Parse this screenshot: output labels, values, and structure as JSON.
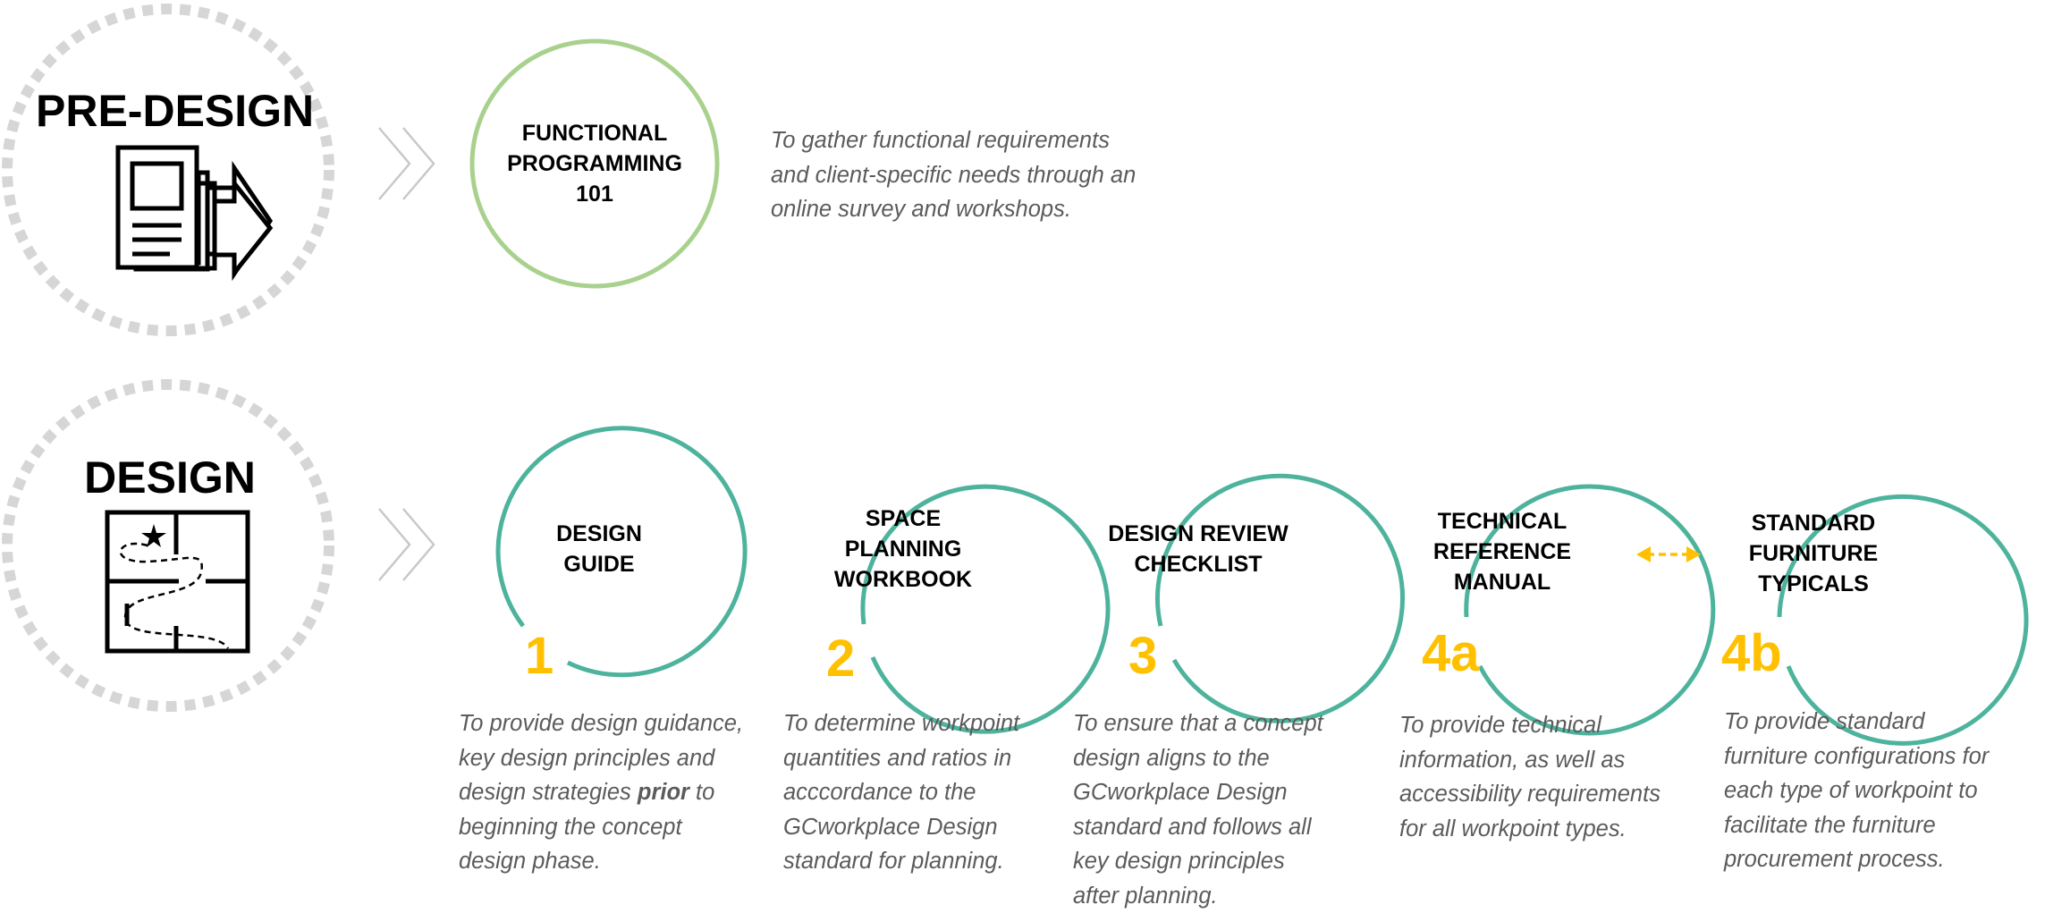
{
  "colors": {
    "predesign_ring": "#a9d18e",
    "design_ring": "#4db39c",
    "number": "#ffc000",
    "dashed_phase_ring": "#d6d6d6",
    "chevron": "#c8c8c8",
    "description_text": "#5b5b5b"
  },
  "phases": {
    "predesign": {
      "title": "PRE-DESIGN",
      "icon": "document-export-icon"
    },
    "design": {
      "title": "DESIGN",
      "icon": "floor-plan-route-icon"
    }
  },
  "predesign_steps": [
    {
      "label_lines": [
        "FUNCTIONAL",
        "PROGRAMMING",
        "101"
      ],
      "description_lines": [
        "To gather functional requirements",
        "and client-specific needs through an",
        "online survey and workshops."
      ]
    }
  ],
  "design_steps": [
    {
      "number": "1",
      "label_lines": [
        "DESIGN",
        "GUIDE"
      ],
      "description_lines": [
        "To provide design guidance,",
        "key design principles and",
        "design strategies ",
        "beginning the concept",
        "design phase."
      ],
      "description_emphasis": "prior",
      "description_after_emphasis": " to"
    },
    {
      "number": "2",
      "label_lines": [
        "SPACE",
        "PLANNING",
        "WORKBOOK"
      ],
      "description_lines": [
        "To determine workpoint",
        "quantities and ratios in",
        "acccordance to the",
        "GCworkplace Design",
        "standard for planning."
      ]
    },
    {
      "number": "3",
      "label_lines": [
        "DESIGN REVIEW",
        "CHECKLIST"
      ],
      "description_lines": [
        "To ensure that a concept",
        "design aligns to the",
        "GCworkplace Design",
        "standard and follows all",
        "key design principles",
        "after planning."
      ]
    },
    {
      "number": "4a",
      "label_lines": [
        "TECHNICAL",
        "REFERENCE",
        "MANUAL"
      ],
      "description_lines": [
        "To provide technical",
        "information, as well as",
        "accessibility requirements",
        "for all workpoint types."
      ]
    },
    {
      "number": "4b",
      "label_lines": [
        "STANDARD",
        "FURNITURE",
        "TYPICALS"
      ],
      "description_lines": [
        "To provide standard",
        "furniture configurations for",
        "each type of workpoint to",
        "facilitate the furniture",
        "procurement process."
      ]
    }
  ]
}
